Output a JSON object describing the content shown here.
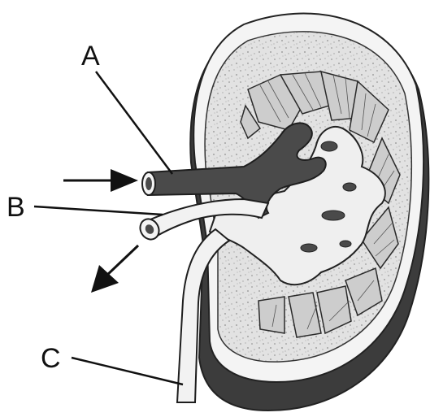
{
  "labels": {
    "a": "A",
    "b": "B",
    "c": "C"
  },
  "colors": {
    "outline": "#222222",
    "cortex": "#dcdcdc",
    "capsule_shadow": "#3a3a3a",
    "vessel_dark": "#4a4a4a",
    "pelvis_light": "#efefef",
    "pyramid": "#cfcfcf"
  }
}
